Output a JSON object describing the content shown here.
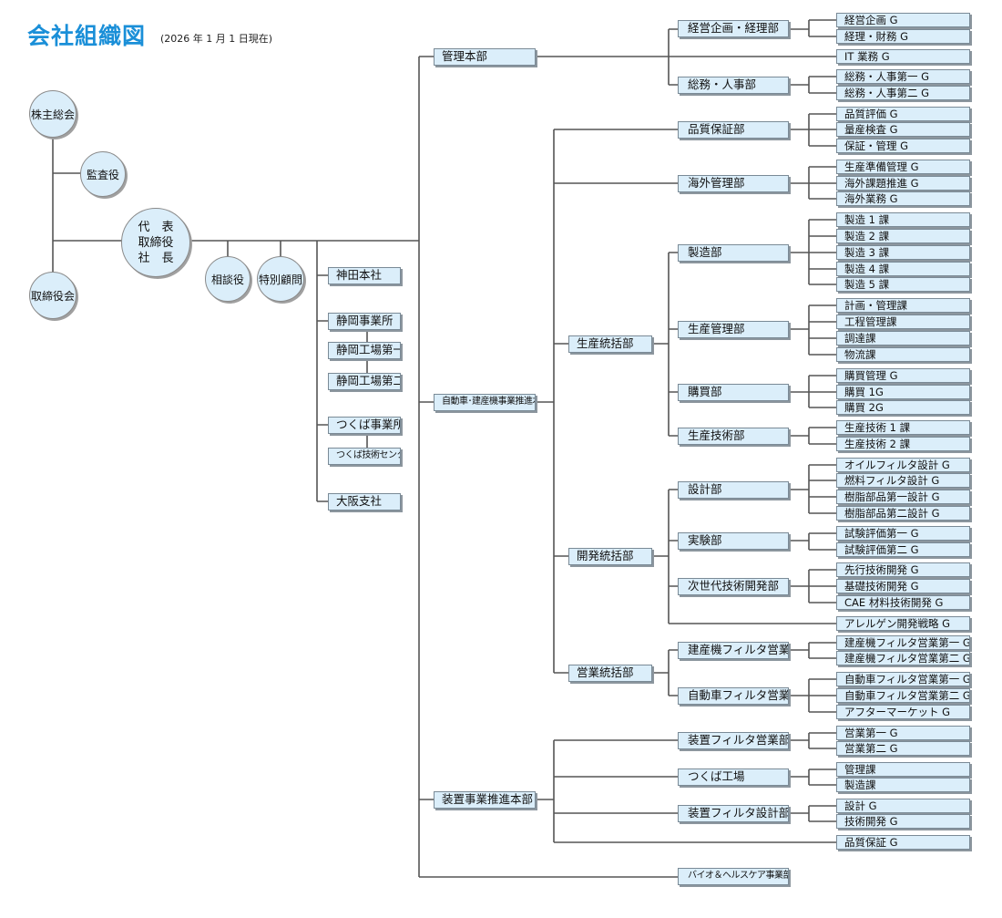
{
  "header": {
    "title": "会社組織図",
    "date": "(2026 年 1 月 1 日現在)"
  },
  "colors": {
    "title": "#1a8fd8",
    "box_fill": "#dbeefa",
    "line": "#555555"
  },
  "top": {
    "shareholders": "株主総会",
    "auditor": "監査役",
    "board": "取締役会",
    "president": "代　表\n取締役\n社　長",
    "advisor": "相談役",
    "special_advisor": "特別顧問"
  },
  "offices": {
    "kanda": "神田本社",
    "shizuoka": "静岡事業所",
    "shizuoka_plant1": "静岡工場第一",
    "shizuoka_plant2": "静岡工場第二",
    "tsukuba": "つくば事業所",
    "tsukuba_tech": "つくば技術センター",
    "osaka": "大阪支社"
  },
  "divisions": {
    "management": "管理本部",
    "auto": "自動車･建産機事業推進本部",
    "device": "装置事業推進本部",
    "bio": "バイオ＆ヘルスケア事業部"
  },
  "mgmt": {
    "planning_dept": "経営企画・経理部",
    "planning_g": "経営企画 G",
    "finance_g": "経理・財務 G",
    "it_g": "IT 業務 G",
    "ga_dept": "総務・人事部",
    "ga1_g": "総務・人事第一 G",
    "ga2_g": "総務・人事第二 G"
  },
  "auto": {
    "qa_dept": "品質保証部",
    "qa_eval_g": "品質評価 G",
    "qa_insp_g": "量産検査 G",
    "qa_mgmt_g": "保証・管理 G",
    "overseas_dept": "海外管理部",
    "prod_prep_g": "生産準備管理 G",
    "overseas_issue_g": "海外課題推進 G",
    "overseas_ops_g": "海外業務 G",
    "prod_hq": "生産統括部",
    "mfg_dept": "製造部",
    "mfg1": "製造 1 課",
    "mfg2": "製造 2 課",
    "mfg3": "製造 3 課",
    "mfg4": "製造 4 課",
    "mfg5": "製造 5 課",
    "prod_mgmt_dept": "生産管理部",
    "plan_sec": "計画・管理課",
    "process_sec": "工程管理課",
    "procure_sec": "調達課",
    "logistics_sec": "物流課",
    "purchase_dept": "購買部",
    "purchase_mgmt_g": "購買管理 G",
    "purchase1_g": "購買 1G",
    "purchase2_g": "購買 2G",
    "prod_tech_dept": "生産技術部",
    "prod_tech1": "生産技術 1 課",
    "prod_tech2": "生産技術 2 課",
    "dev_hq": "開発統括部",
    "design_dept": "設計部",
    "oil_filter_g": "オイルフィルタ設計 G",
    "fuel_filter_g": "燃料フィルタ設計 G",
    "resin1_g": "樹脂部品第一設計 G",
    "resin2_g": "樹脂部品第二設計 G",
    "test_dept": "実験部",
    "test1_g": "試験評価第一 G",
    "test2_g": "試験評価第二 G",
    "nextgen_dept": "次世代技術開発部",
    "adv_tech_g": "先行技術開発 G",
    "basic_tech_g": "基礎技術開発 G",
    "cae_g": "CAE 材料技術開発 G",
    "allergen_g": "アレルゲン開発戦略 G",
    "sales_hq": "営業統括部",
    "cm_sales_dept": "建産機フィルタ営業部",
    "cm_sales1_g": "建産機フィルタ営業第一 G",
    "cm_sales2_g": "建産機フィルタ営業第二 G",
    "auto_sales_dept": "自動車フィルタ営業部",
    "auto_sales1_g": "自動車フィルタ営業第一 G",
    "auto_sales2_g": "自動車フィルタ営業第二 G",
    "aftermarket_g": "アフターマーケット G"
  },
  "device": {
    "sales_dept": "装置フィルタ営業部",
    "sales1_g": "営業第一 G",
    "sales2_g": "営業第二 G",
    "tsukuba_plant": "つくば工場",
    "mgmt_sec": "管理課",
    "mfg_sec": "製造課",
    "design_dept": "装置フィルタ設計部",
    "design_g": "設計 G",
    "tech_dev_g": "技術開発 G",
    "qa_g": "品質保証 G"
  }
}
